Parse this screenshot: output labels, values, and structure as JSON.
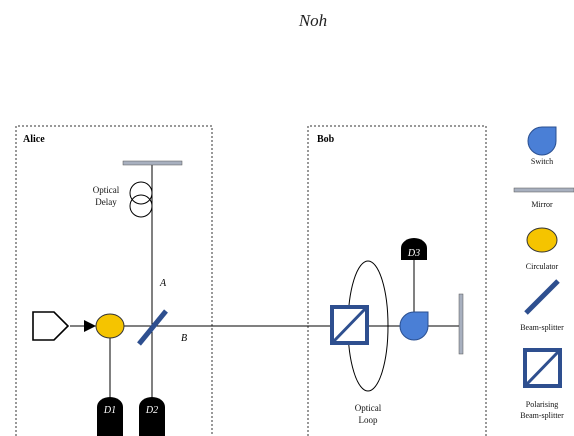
{
  "title": "Noh",
  "alice": {
    "label": "Alice",
    "delay_label": [
      "Optical",
      "Delay"
    ],
    "point_a": "A",
    "point_b": "B",
    "detectors": [
      "D1",
      "D2"
    ]
  },
  "bob": {
    "label": "Bob",
    "loop_label": [
      "Optical",
      "Loop"
    ],
    "detector": "D3"
  },
  "legend": {
    "switch": "Switch",
    "mirror": "Mirror",
    "circulator": "Circulator",
    "beam_splitter": "Beam-splitter",
    "polarising_bs": [
      "Polarising",
      "Beam-splitter"
    ]
  },
  "colors": {
    "circulator": "#f5c400",
    "switch": "#4a7fd6",
    "beam_splitter": "#2e4f8f",
    "mirror": "#a8b0bf",
    "detector": "#000000"
  }
}
